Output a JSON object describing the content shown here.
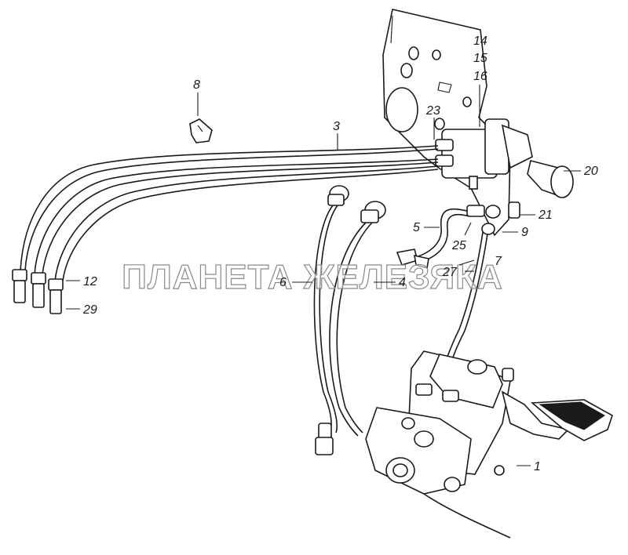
{
  "watermark": "ПЛАНЕТА ЖЕЛЕЗЯКА",
  "callouts": {
    "c1": "1",
    "c3": "3",
    "c4": "4",
    "c5": "5",
    "c6": "6",
    "c7": "7",
    "c8": "8",
    "c9": "9",
    "c12": "12",
    "c14": "14",
    "c15": "15",
    "c16": "16",
    "c20": "20",
    "c21": "21",
    "c23": "23",
    "c25": "25",
    "c27": "27",
    "c29": "29"
  }
}
